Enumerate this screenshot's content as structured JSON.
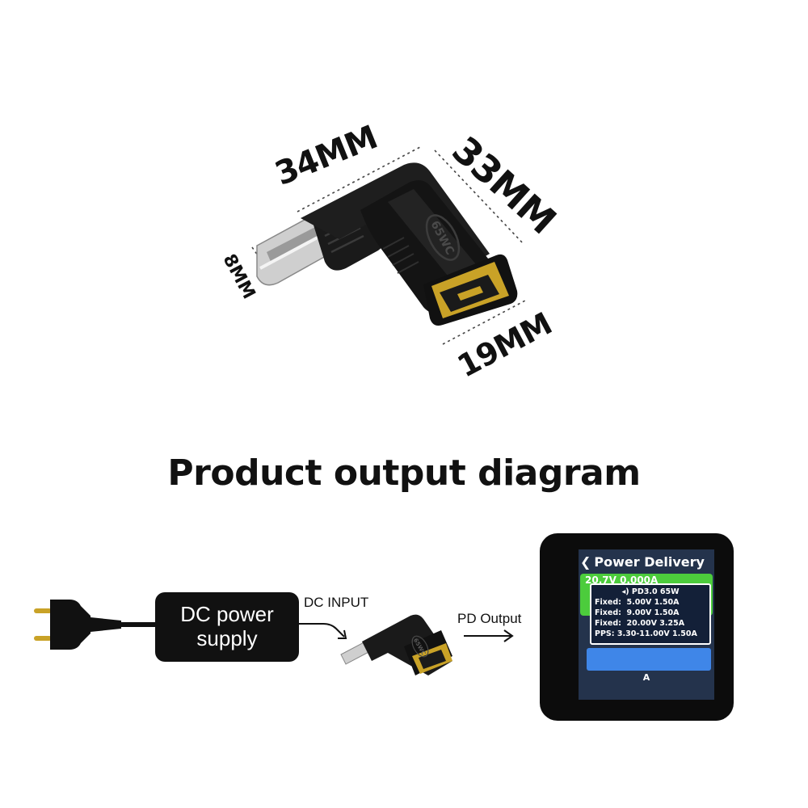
{
  "dimensions": {
    "width_label": "34MM",
    "length_label": "33MM",
    "plug_label": "8MM",
    "port_label": "19MM"
  },
  "adapter": {
    "badge": "65WC"
  },
  "heading": "Product output diagram",
  "flow": {
    "power_supply_lines": [
      "DC power",
      "supply"
    ],
    "dc_input_label": "DC INPUT",
    "pd_output_label": "PD Output",
    "small_adapter_badge": "65WC"
  },
  "tester_screen": {
    "title": "Power Delivery",
    "pd_header": "PD3.0 65W",
    "profiles": [
      {
        "kind": "Fixed:",
        "voltage": "5.00V",
        "current": "1.50A"
      },
      {
        "kind": "Fixed:",
        "voltage": "9.00V",
        "current": "1.50A"
      },
      {
        "kind": "Fixed:",
        "voltage": "20.00V",
        "current": "3.25A"
      },
      {
        "kind": "PPS:",
        "voltage": "3.30-11.00V",
        "current": "1.50A"
      }
    ],
    "partial_reading": "20.7V 0.000A",
    "bottom_label": "A"
  },
  "colors": {
    "connector_body": "#141414",
    "port_gold": "#c9a227",
    "usb_c_metal": "#c8c8c8",
    "screen_bg": "#24334c",
    "screen_green": "#4ccc3c",
    "screen_blue": "#3f86e8"
  }
}
